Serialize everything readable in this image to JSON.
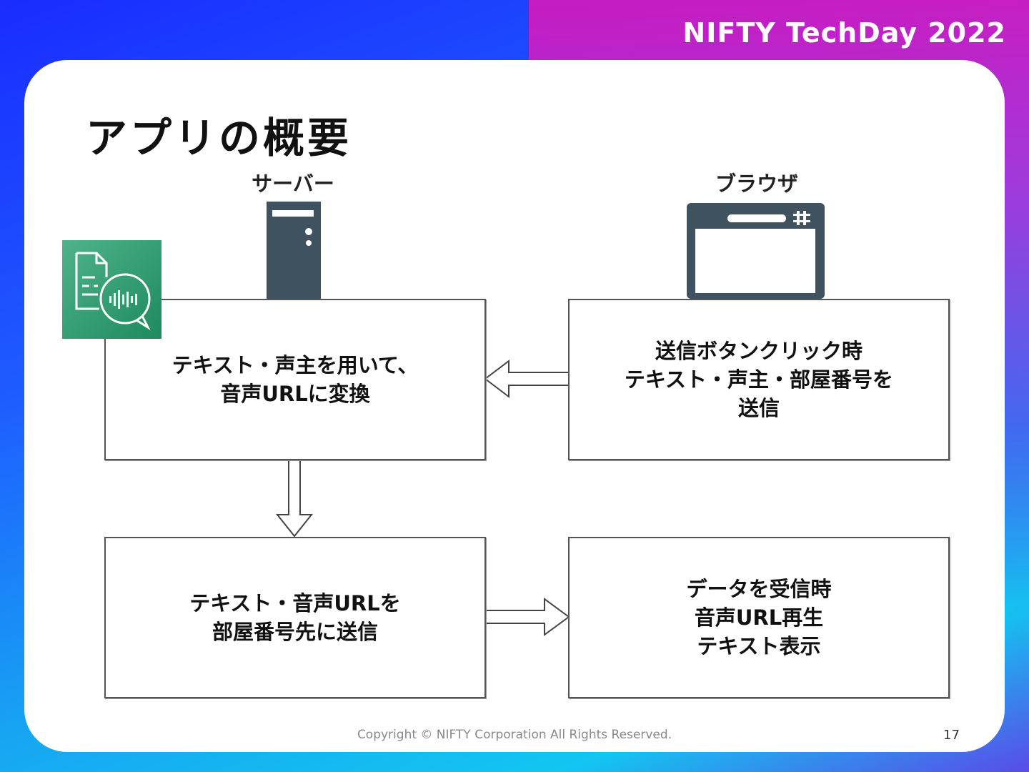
{
  "header": {
    "logo_text": "NIFTY TechDay 2022"
  },
  "slide": {
    "title": "アプリの概要",
    "server_label": "サーバー",
    "browser_label": "ブラウザ",
    "boxes": {
      "convert": "テキスト・声主を用いて、\n音声URLに変換",
      "send_click": "送信ボタンクリック時\nテキスト・声主・部屋番号を\n送信",
      "send_room": "テキスト・音声URLを\n部屋番号先に送信",
      "receive": "データを受信時\n音声URL再生\nテキスト表示"
    }
  },
  "icons": {
    "transcribe": "aws-transcribe-icon",
    "server": "server-tower-icon",
    "browser": "browser-window-icon",
    "transcribe_color": "#1e8a5e"
  },
  "footer": {
    "copyright": "Copyright © NIFTY Corporation All Rights Reserved.",
    "page_number": "17"
  }
}
